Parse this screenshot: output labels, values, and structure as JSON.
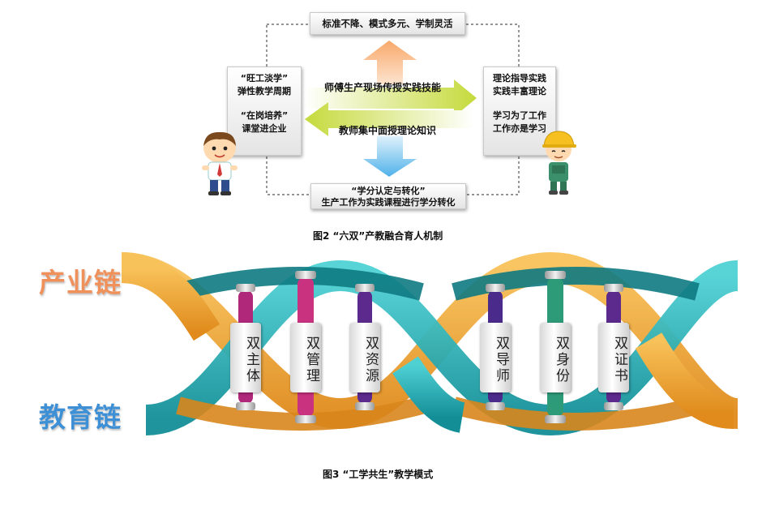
{
  "figure2": {
    "top_box": "标准不降、模式多元、学制灵活",
    "left_box": {
      "line1": "“旺工淡学”",
      "line2": "弹性教学周期",
      "line3": "“在岗培养”",
      "line4": "课堂进企业"
    },
    "right_box": {
      "line1": "理论指导实践",
      "line2": "实践丰富理论",
      "line3": "学习为了工作",
      "line4": "工作亦是学习"
    },
    "arrow_right_text": "师傅生产现场传授实践技能",
    "arrow_left_text": "教师集中面授理论知识",
    "bottom_box": {
      "line1": "“学分认定与转化”",
      "line2": "生产工作为实践课程进行学分转化"
    },
    "caption": "图2 “六双”产教融合育人机制"
  },
  "figure3": {
    "label_top": "产业链",
    "label_bottom": "教育链",
    "rungs": [
      "双主体",
      "双管理",
      "双资源",
      "双导师",
      "双身份",
      "双证书"
    ],
    "caption": "图3 “工学共生”教学模式"
  },
  "colors": {
    "orange_strand": "#f2a534",
    "teal_strand": "#1fb3b8",
    "label_top": "#f0905a",
    "label_bottom": "#3d8fd6",
    "arrow_green": "#c8dc4a",
    "arrow_orange": "#f8b078",
    "arrow_blue": "#58b8ee"
  }
}
